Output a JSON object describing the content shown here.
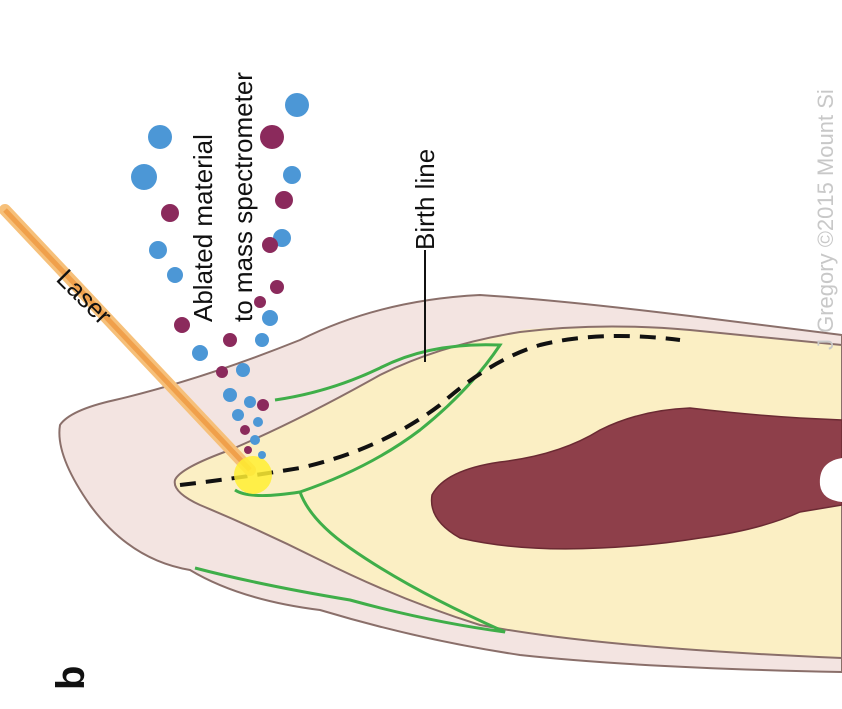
{
  "labels": {
    "laser": "Laser",
    "ablated_line1": "Ablated material",
    "ablated_line2": "to mass spectrometer",
    "birth_line": "Birth line",
    "panel": "b",
    "credit": "J Gregory ©2015 Mount Si"
  },
  "colors": {
    "enamel": "#f3e4e1",
    "dentine": "#fbefc4",
    "pulp": "#8e3f4a",
    "outline": "#8a6f6a",
    "green_lines": "#3fae49",
    "birth_line": "#111111",
    "laser": "#f0a04b",
    "laser_spot": "#ffee33",
    "particle_blue": "#4c97d6",
    "particle_purple": "#8b2a5c"
  }
}
